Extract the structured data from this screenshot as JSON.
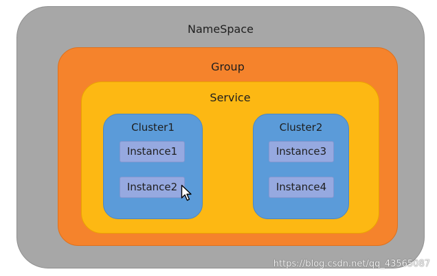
{
  "diagram": {
    "namespace": {
      "label": "NameSpace"
    },
    "group": {
      "label": "Group"
    },
    "service": {
      "label": "Service"
    },
    "clusters": [
      {
        "label": "Cluster1",
        "instances": [
          "Instance1",
          "Instance2"
        ]
      },
      {
        "label": "Cluster2",
        "instances": [
          "Instance3",
          "Instance4"
        ]
      }
    ]
  },
  "watermark": "https://blog.csdn.net/qq_43565087",
  "colors": {
    "namespace": "#a7a7a7",
    "group": "#f5832c",
    "service": "#fdb813",
    "cluster": "#5b9bd9",
    "instance": "#96a9e0"
  },
  "icons": {
    "cursor": "mouse-pointer-icon"
  }
}
